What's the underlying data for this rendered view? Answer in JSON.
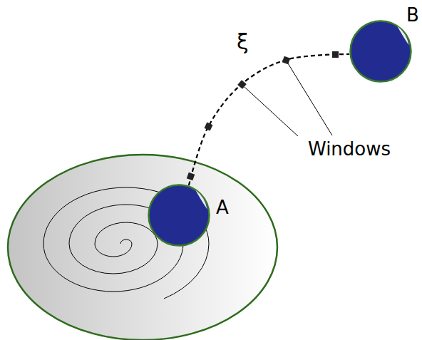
{
  "diagram": {
    "nodes": [
      {
        "text": [
          "A"
        ]
      },
      {
        "text": [
          "B"
        ]
      }
    ],
    "edges": [
      {
        "from": 0,
        "to": 1,
        "arrow": "none",
        "label": "ξ"
      }
    ],
    "labels": [
      "Windows"
    ]
  }
}
